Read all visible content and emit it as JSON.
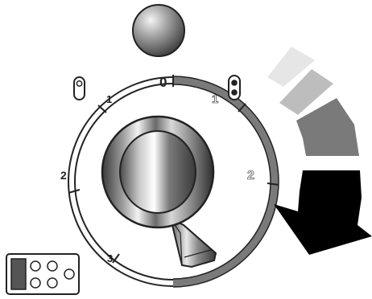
{
  "dial": {
    "left_ticks": [
      "1",
      "2",
      "3"
    ],
    "top_label": "0",
    "right_ticks": [
      "1",
      "2"
    ]
  },
  "icons": {
    "lamp": "indicator-lamp-icon",
    "lock_left": "lock-open-icon",
    "lock_right": "lock-closed-icon",
    "arrow": "rotation-direction-arrow-icon",
    "panel": "control-panel-icon"
  },
  "colors": {
    "dial_ring_left": "#ffffff",
    "dial_ring_right": "#7a7a7a",
    "arrow_steps": [
      "#e6e6e6",
      "#bdbdbd",
      "#7a7a7a",
      "#000000"
    ]
  }
}
